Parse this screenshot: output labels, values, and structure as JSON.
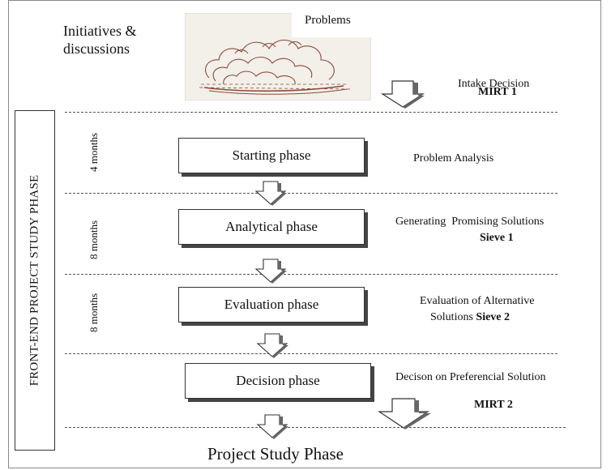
{
  "top": {
    "initiatives_line1": "Initiatives &",
    "initiatives_line2": "discussions",
    "problems": "Problems",
    "intake_decision": "Intake Decision",
    "mirt1": "MIRT 1"
  },
  "side_label": "FRONT-END PROJECT STUDY PHASE",
  "durations": [
    "4 months",
    "8 months",
    "8 months"
  ],
  "phases": [
    {
      "label": "Starting phase"
    },
    {
      "label": "Analytical phase"
    },
    {
      "label": "Evaluation phase"
    },
    {
      "label": "Decision phase"
    }
  ],
  "outcomes": {
    "problem_analysis": "Problem Analysis",
    "generating": "Generating  Promising Solutions",
    "sieve1": "Sieve 1",
    "evaluation_line1": "Evaluation of Alternative",
    "evaluation_line2": "Solutions",
    "sieve2": "Sieve 2",
    "decision": "Decison on Preferencial Solution",
    "mirt2": "MIRT 2"
  },
  "bottom": {
    "project_study_phase": "Project Study Phase"
  },
  "colors": {
    "cloud": "#8b4a3a",
    "line": "#333333",
    "shadow": "#444444"
  }
}
